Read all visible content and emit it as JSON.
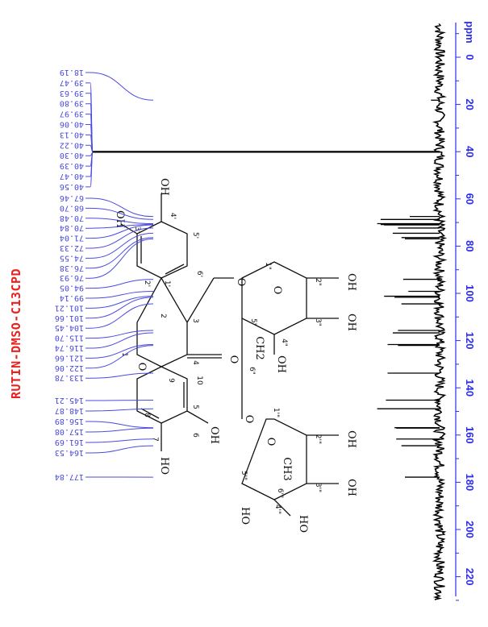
{
  "chart_data": {
    "type": "nmr-spectrum",
    "title": "RUTIN-DMSO-C13CPD",
    "xlabel": "ppm",
    "axis_range_ppm": [
      -20,
      230
    ],
    "axis_ticks": [
      "0",
      "20",
      "40",
      "60",
      "80",
      "100",
      "120",
      "140",
      "160",
      "180",
      "200",
      "220"
    ],
    "orientation": "rotated",
    "grid": false,
    "colors": {
      "title": "#e8231f",
      "axis": "#2d2df0",
      "labels": "#4a4ae0",
      "spectrum": "#000000"
    },
    "peak_labels": [
      "18.19",
      "39.47",
      "39.63",
      "39.80",
      "39.97",
      "40.06",
      "40.13",
      "40.22",
      "40.30",
      "40.39",
      "40.47",
      "40.56",
      "67.46",
      "68.70",
      "70.48",
      "70.84",
      "71.04",
      "72.33",
      "74.55",
      "76.38",
      "76.93",
      "94.05",
      "99.14",
      "101.21",
      "101.66",
      "104.45",
      "115.70",
      "116.74",
      "121.66",
      "122.06",
      "133.78",
      "145.21",
      "148.87",
      "156.89",
      "157.08",
      "161.69",
      "164.53",
      "177.84"
    ],
    "peaks": [
      {
        "ppm": 18.19,
        "intensity": 2.5
      },
      {
        "ppm": 40.06,
        "intensity": 100
      },
      {
        "ppm": 67.46,
        "intensity": 8.6
      },
      {
        "ppm": 68.7,
        "intensity": 17
      },
      {
        "ppm": 70.48,
        "intensity": 18
      },
      {
        "ppm": 70.84,
        "intensity": 17
      },
      {
        "ppm": 71.04,
        "intensity": 16
      },
      {
        "ppm": 72.33,
        "intensity": 12
      },
      {
        "ppm": 74.55,
        "intensity": 13.5
      },
      {
        "ppm": 76.38,
        "intensity": 11
      },
      {
        "ppm": 76.93,
        "intensity": 10
      },
      {
        "ppm": 94.05,
        "intensity": 10.5
      },
      {
        "ppm": 99.14,
        "intensity": 9
      },
      {
        "ppm": 101.21,
        "intensity": 16
      },
      {
        "ppm": 101.66,
        "intensity": 13
      },
      {
        "ppm": 104.45,
        "intensity": 11
      },
      {
        "ppm": 115.7,
        "intensity": 12
      },
      {
        "ppm": 116.74,
        "intensity": 13.5
      },
      {
        "ppm": 121.66,
        "intensity": 15
      },
      {
        "ppm": 122.06,
        "intensity": 12
      },
      {
        "ppm": 133.78,
        "intensity": 15
      },
      {
        "ppm": 145.21,
        "intensity": 15.5
      },
      {
        "ppm": 148.87,
        "intensity": 18
      },
      {
        "ppm": 156.89,
        "intensity": 13
      },
      {
        "ppm": 157.08,
        "intensity": 12.5
      },
      {
        "ppm": 161.69,
        "intensity": 12.5
      },
      {
        "ppm": 164.53,
        "intensity": 11
      },
      {
        "ppm": 177.84,
        "intensity": 10
      }
    ]
  },
  "structure": {
    "labels": [
      "OH",
      "OH",
      "HO",
      "OH",
      "O",
      "O",
      "OH",
      "OH",
      "OH",
      "HO",
      "OH",
      "OH",
      "HO",
      "CH2",
      "CH3",
      "O",
      "O",
      "O",
      "O"
    ],
    "numbers": [
      "1",
      "2",
      "3",
      "4",
      "5",
      "6",
      "7",
      "8",
      "9",
      "10",
      "1'",
      "2'",
      "3'",
      "4'",
      "5'",
      "6'",
      "1\"",
      "2\"",
      "3\"",
      "4\"",
      "5\"",
      "6\"",
      "1'\"",
      "2'\"",
      "3'\"",
      "4'\"",
      "5'\"",
      "6'\""
    ]
  }
}
